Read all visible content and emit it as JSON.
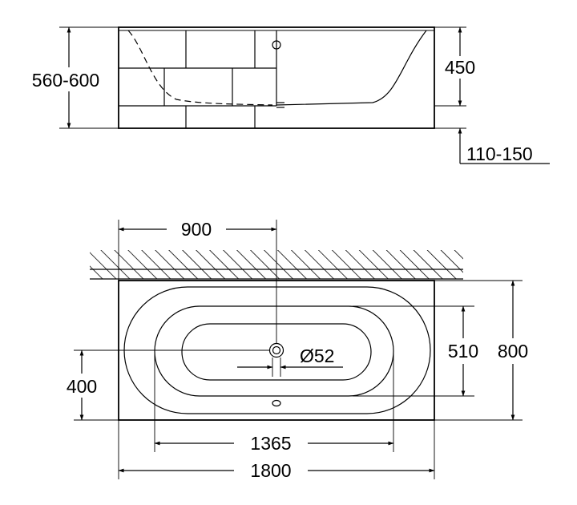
{
  "dimensions": {
    "side_height": "560-600",
    "side_depth": "450",
    "feet_height": "110-150",
    "drain_offset": "900",
    "inner_width": "510",
    "total_width": "800",
    "drain_from_edge": "400",
    "drain_diameter": "Ø52",
    "inner_length": "1365",
    "total_length": "1800"
  }
}
